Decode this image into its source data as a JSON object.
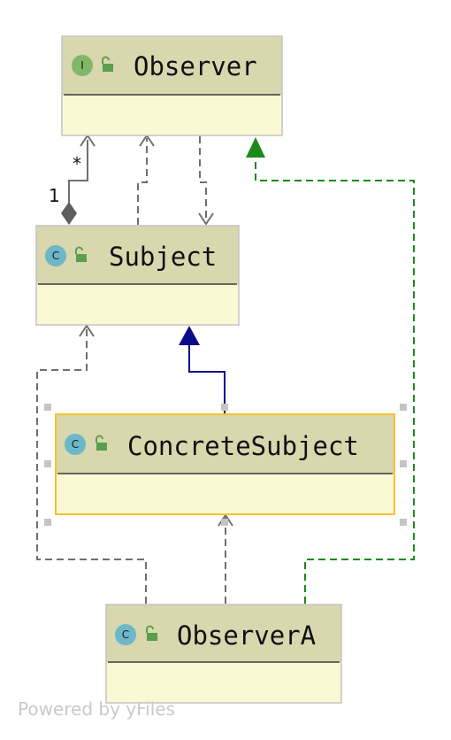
{
  "nodes": {
    "observer": {
      "title": "Observer",
      "badge": "I",
      "kind": "interface-icon"
    },
    "subject": {
      "title": "Subject",
      "badge": "C",
      "kind": "class-icon"
    },
    "concrete": {
      "title": "ConcreteSubject",
      "badge": "C",
      "kind": "class-icon"
    },
    "observera": {
      "title": "ObserverA",
      "badge": "C",
      "kind": "class-icon"
    }
  },
  "edges": {
    "aggregation": {
      "source_multiplicity": "1",
      "target_multiplicity": "*"
    }
  },
  "colors": {
    "header": "#d8d7ae",
    "body": "#fbf8d4",
    "border": "#c4c4c4",
    "selected_border": "#f3c32f",
    "interface_badge": "#80b868",
    "class_badge": "#6cb8c9",
    "dependency": "#6f6f6f",
    "inheritance": "#0b0b8a",
    "realization": "#1a8a1a",
    "lock": "#5a9e4e"
  },
  "watermark": "Powered by yFiles"
}
